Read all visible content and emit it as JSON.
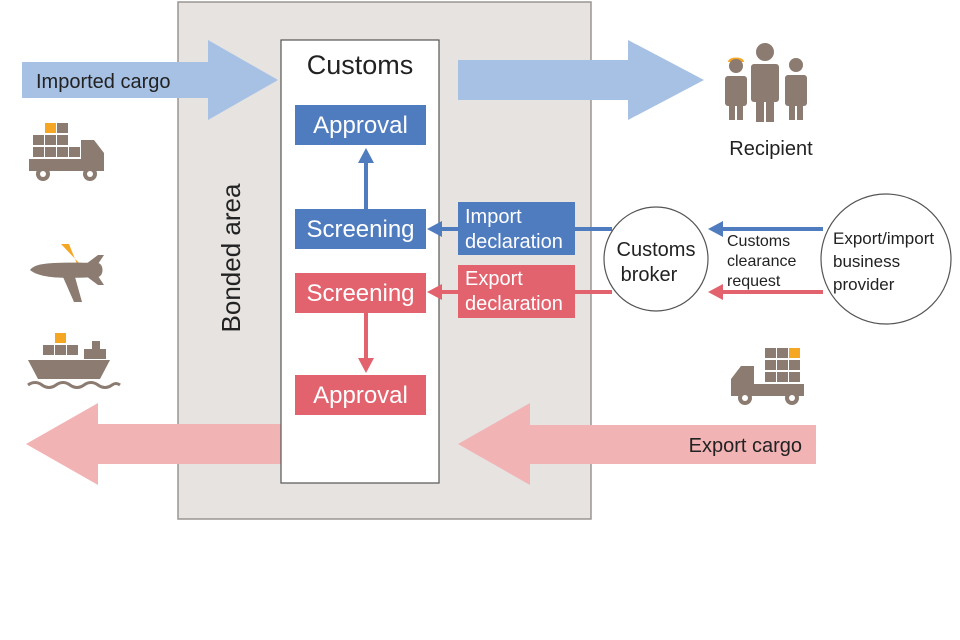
{
  "labels": {
    "bonded_area": "Bonded area",
    "customs": "Customs",
    "approval_import": "Approval",
    "screening_import": "Screening",
    "screening_export": "Screening",
    "approval_export": "Approval",
    "import_declaration": [
      "Import",
      "declaration"
    ],
    "export_declaration": [
      "Export",
      "declaration"
    ],
    "customs_broker": [
      "Customs",
      "broker"
    ],
    "clearance_request": [
      "Customs",
      "clearance",
      "request"
    ],
    "business_provider": [
      "Export/import",
      "business",
      "provider"
    ],
    "imported_cargo": "Imported cargo",
    "export_cargo": "Export cargo",
    "recipient": "Recipient"
  },
  "colors": {
    "import_blue": "#4f7cbf",
    "import_light_blue": "#a7c1e4",
    "export_red": "#e2636e",
    "export_light_red": "#f2b3b4",
    "bonded_gray": "#e6e3e1",
    "icon_brown": "#8b7b70",
    "cargo_accent": "#f5a623"
  },
  "icons": [
    "truck-icon",
    "airplane-icon",
    "cargo-ship-icon",
    "recipient-people-icon",
    "export-truck-icon"
  ]
}
